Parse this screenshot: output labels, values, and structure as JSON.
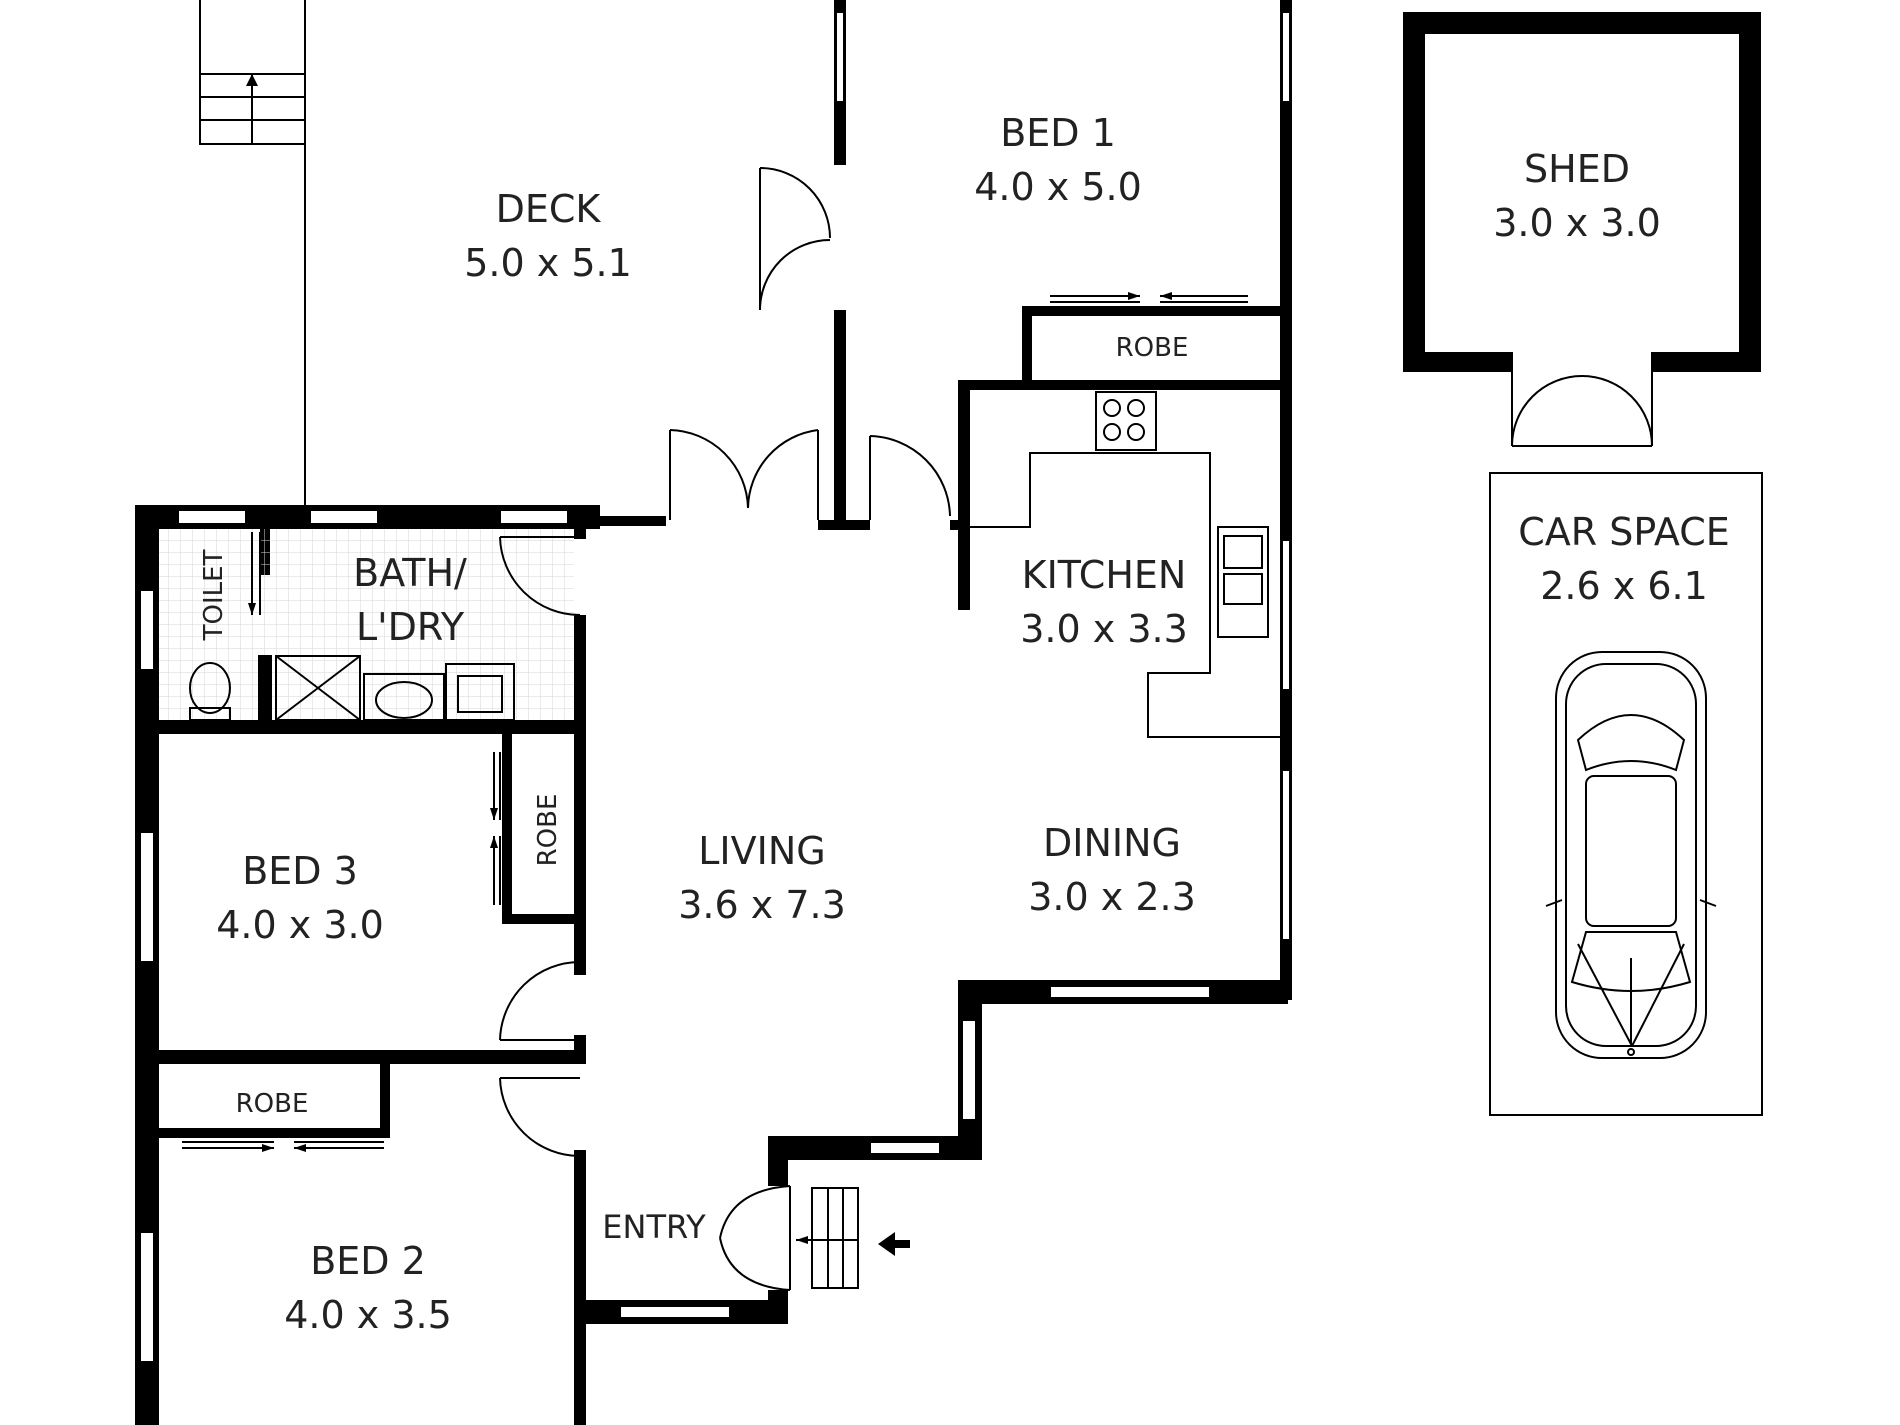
{
  "rooms": {
    "deck": {
      "name": "DECK",
      "size": "5.0 x 5.1"
    },
    "bed1": {
      "name": "BED 1",
      "size": "4.0 x 5.0"
    },
    "shed": {
      "name": "SHED",
      "size": "3.0 x 3.0"
    },
    "bath": {
      "name": "BATH/",
      "name2": "L'DRY"
    },
    "kitchen": {
      "name": "KITCHEN",
      "size": "3.0 x 3.3"
    },
    "carspace": {
      "name": "CAR SPACE",
      "size": "2.6 x 6.1"
    },
    "bed3": {
      "name": "BED 3",
      "size": "4.0 x 3.0"
    },
    "living": {
      "name": "LIVING",
      "size": "3.6 x 7.3"
    },
    "dining": {
      "name": "DINING",
      "size": "3.0 x 2.3"
    },
    "bed2": {
      "name": "BED 2",
      "size": "4.0 x 3.5"
    },
    "entry": {
      "name": "ENTRY"
    }
  },
  "labels": {
    "robe_bed1": "ROBE",
    "robe_bed3": "ROBE",
    "robe_bed2": "ROBE",
    "toilet": "TOILET"
  },
  "colors": {
    "wall": "#000000",
    "background": "#ffffff",
    "text": "#222222"
  }
}
